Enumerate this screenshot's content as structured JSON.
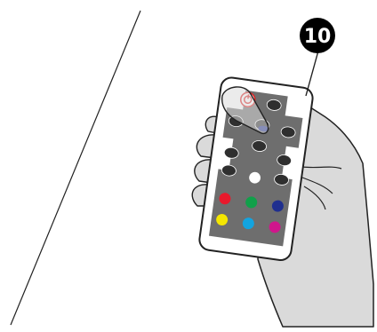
{
  "step": {
    "number": "10"
  },
  "colors": {
    "hand_fill": "#dadada",
    "outline": "#222222",
    "panel_gray": "#6e6e6e",
    "button_dark": "#2f2f2f",
    "power_red": "#e02020",
    "led_red": "#e8192c",
    "led_green": "#11a04a",
    "led_blue": "#1f2f8f",
    "led_white": "#ffffff",
    "led_yellow": "#f4e600",
    "led_cyan": "#13a4e0",
    "led_magenta": "#d0168c"
  },
  "remote": {
    "color_grid": [
      {
        "name": "red",
        "color": "#e8192c"
      },
      {
        "name": "green",
        "color": "#11a04a"
      },
      {
        "name": "blue",
        "color": "#1f2f8f"
      },
      {
        "name": "yellow",
        "color": "#f4e600"
      },
      {
        "name": "cyan",
        "color": "#13a4e0"
      },
      {
        "name": "magenta",
        "color": "#d0168c"
      }
    ]
  }
}
